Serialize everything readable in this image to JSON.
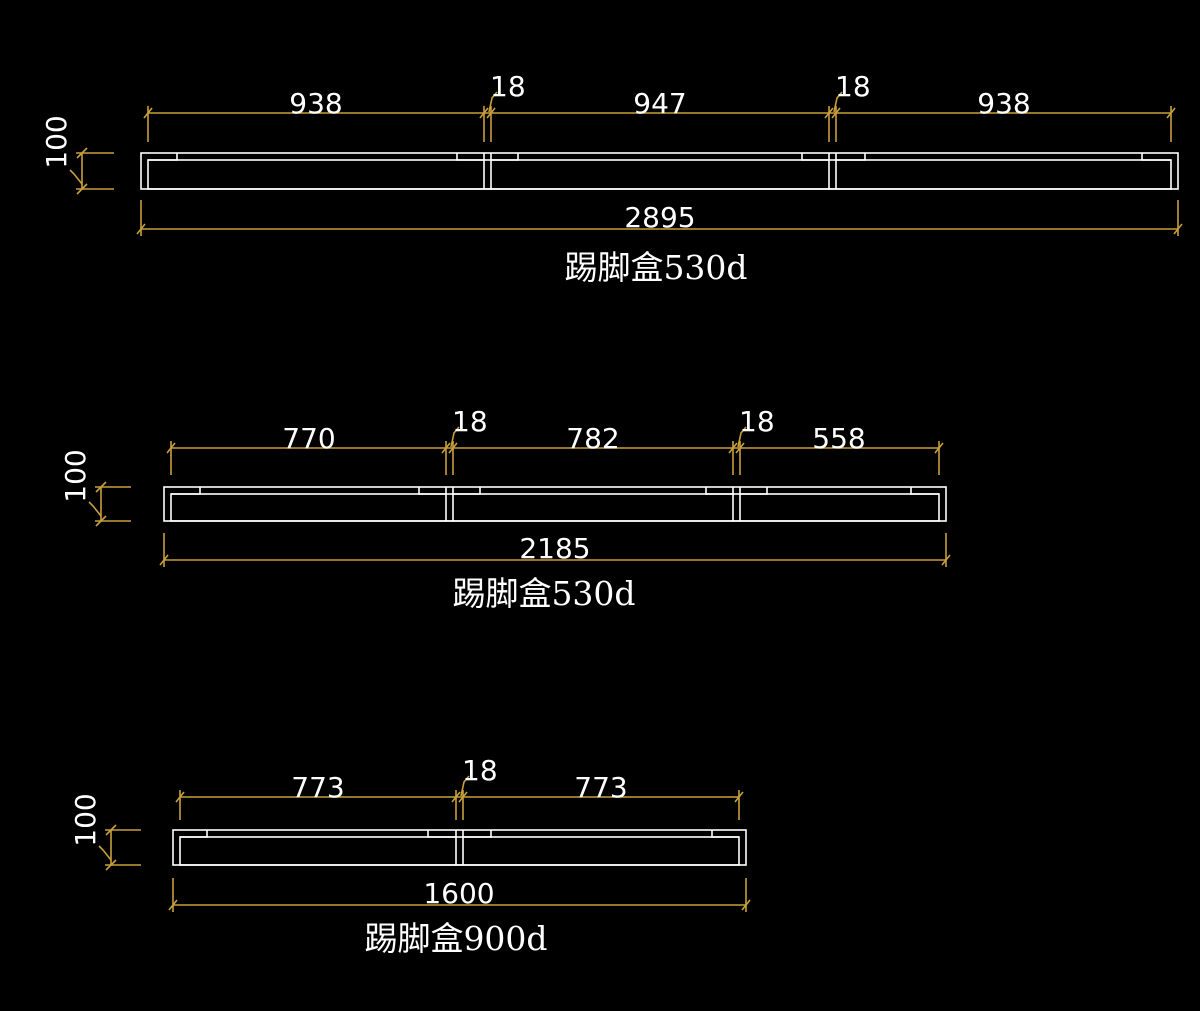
{
  "colors": {
    "background": "#000000",
    "outline": "#ffffff",
    "dimension": "#c8a03c",
    "text": "#ffffff"
  },
  "drawings": [
    {
      "caption": "踢脚盒530d",
      "height_label": "100",
      "total_label": "2895",
      "segment_labels": [
        "938",
        "947",
        "938"
      ],
      "joint_labels": [
        "18",
        "18"
      ]
    },
    {
      "caption": "踢脚盒530d",
      "height_label": "100",
      "total_label": "2185",
      "segment_labels": [
        "770",
        "782",
        "558"
      ],
      "joint_labels": [
        "18",
        "18"
      ]
    },
    {
      "caption": "踢脚盒900d",
      "height_label": "100",
      "total_label": "1600",
      "segment_labels": [
        "773",
        "773"
      ],
      "joint_labels": [
        "18"
      ]
    }
  ]
}
